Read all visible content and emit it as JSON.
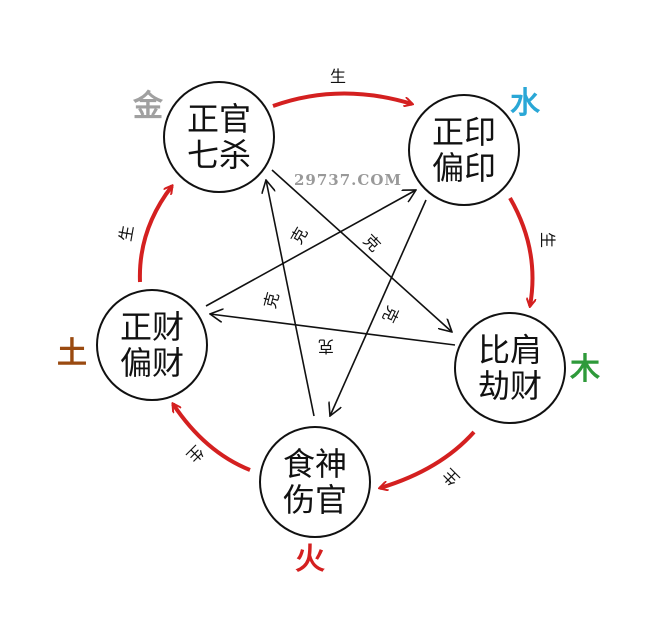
{
  "nodes": [
    {
      "line1": "正官",
      "line2": "七杀"
    },
    {
      "line1": "正印",
      "line2": "偏印"
    },
    {
      "line1": "比肩",
      "line2": "劫财"
    },
    {
      "line1": "食神",
      "line2": "伤官"
    },
    {
      "line1": "正财",
      "line2": "偏财"
    }
  ],
  "elements": [
    {
      "label": "金",
      "color": "#a0a0a0"
    },
    {
      "label": "水",
      "color": "#2aa7d6"
    },
    {
      "label": "木",
      "color": "#2e9a3a"
    },
    {
      "label": "火",
      "color": "#d42020"
    },
    {
      "label": "土",
      "color": "#9a4a10"
    }
  ],
  "relations": {
    "generate": "生",
    "control": "克"
  },
  "watermark": "29737.COM",
  "colors": {
    "generate_arrow": "#d42020",
    "control_arrow": "#111111"
  }
}
